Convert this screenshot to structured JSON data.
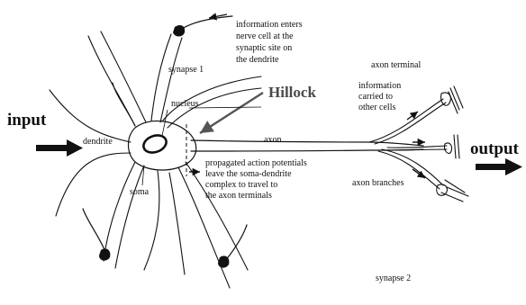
{
  "labels": {
    "input": "input",
    "output": "output",
    "hillock": "Hillock",
    "nucleus": "nucleus",
    "dendrite": "dendrite",
    "soma": "soma",
    "axon": "axon",
    "synapse1": "synapse 1",
    "synapse2": "synapse 2",
    "axon_terminal": "axon terminal",
    "axon_branches": "axon branches"
  },
  "notes": {
    "info_enters": [
      "information enters",
      "nerve cell at the",
      "synaptic site on",
      "the dendrite"
    ],
    "info_carried": [
      "information",
      "carried to",
      "other cells"
    ],
    "propagated": [
      "propagated action potentials",
      "leave the soma-dendrite",
      "complex to travel to",
      "the axon terminals"
    ]
  },
  "colors": {
    "ink": "#111111",
    "hillock": "#4a4a4a"
  }
}
